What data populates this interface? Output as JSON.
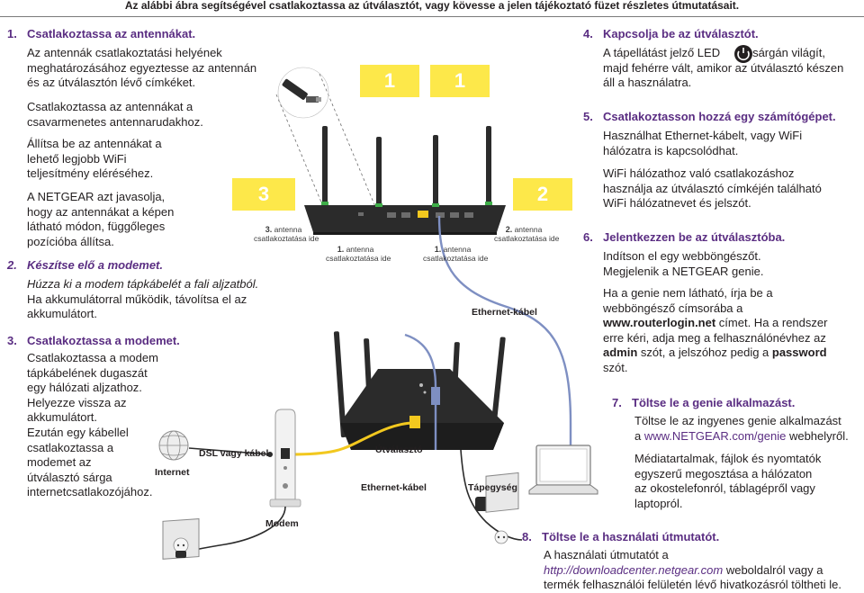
{
  "header": "Az alábbi ábra segítségével csatlakoztassa az útválasztót, vagy kövesse a jelen tájékoztató füzet részletes útmutatásait.",
  "steps": {
    "s1": {
      "num": "1.",
      "title": "Csatlakoztassa az antennákat.",
      "p1": [
        "Az antennák csatlakoztatási helyének",
        "meghatározásához egyeztesse az antennán",
        "és az útválasztón lévő címkéket."
      ],
      "p2": [
        "Csatlakoztassa az antennákat a",
        "csavarmenetes antennarudakhoz."
      ],
      "p3": [
        "Állítsa be az antennákat a",
        "lehető legjobb WiFi",
        "teljesítmény eléréséhez."
      ],
      "p4": [
        "A NETGEAR azt javasolja,",
        "hogy az antennákat a képen",
        "látható módon, függőleges",
        "pozícióba állítsa."
      ]
    },
    "s2": {
      "num": "2.",
      "title": "Készítse elő a modemet.",
      "p1": [
        "Húzza ki a modem tápkábelét a fali aljzatból.",
        "Ha akkumulátorral működik, távolítsa el az",
        "akkumulátort."
      ]
    },
    "s3": {
      "num": "3.",
      "title": "Csatlakoztassa a modemet.",
      "p1": [
        "Csatlakoztassa a modem",
        "tápkábelének dugaszát",
        "egy hálózati aljzathoz.",
        "Helyezze vissza az",
        "akkumulátort.",
        "Ezután egy kábellel",
        "csatlakoztassa a",
        "modemet az",
        "útválasztó sárga",
        "internetcsatlakozójához."
      ]
    },
    "s4": {
      "num": "4.",
      "title": "Kapcsolja be az útválasztót.",
      "p1a": "A tápellátást jelző LED",
      "p1b": "sárgán világít,",
      "p1c": [
        "majd fehérre vált, amikor az útválasztó készen",
        "áll a használatra."
      ]
    },
    "s5": {
      "num": "5.",
      "title": "Csatlakoztasson hozzá egy számítógépet.",
      "p1": [
        "Használhat Ethernet-kábelt, vagy WiFi",
        "hálózatra is kapcsolódhat."
      ],
      "p2": [
        "WiFi hálózathoz való csatlakozáshoz",
        "használja az útválasztó címkéjén található",
        "WiFi hálózatnevet és jelszót."
      ]
    },
    "s6": {
      "num": "6.",
      "title": "Jelentkezzen be az útválasztóba.",
      "p1": [
        "Indítson el egy webböngészőt.",
        "Megjelenik a NETGEAR genie."
      ],
      "p2": [
        "Ha a genie nem látható, írja be a",
        "webböngésző címsorába a"
      ],
      "p2_url": "www.routerlogin.net",
      "p2_c": " címet. Ha a rendszer",
      "p2_d": "erre kéri, adja meg a felhasználónévhez az",
      "p2_admin": "admin",
      "p2_e": " szót, a jelszóhoz pedig a ",
      "p2_pw": "password",
      "p2_f": "szót."
    },
    "s7": {
      "num": "7.",
      "title": "Töltse le a genie alkalmazást.",
      "p1a": "Töltse le az ingyenes genie alkalmazást",
      "p1b": "a ",
      "p1_url": "www.NETGEAR.com/genie",
      "p1c": " webhelyről.",
      "p2": [
        "Médiatartalmak, fájlok és nyomtatók",
        "egyszerű megosztása a hálózaton",
        "az okostelefonról, táblagépről vagy",
        "laptopról."
      ]
    },
    "s8": {
      "num": "8.",
      "title": "Töltse le a használati útmutatót.",
      "p1a": "A használati útmutatót a",
      "p1_url": "http://downloadcenter.netgear.com",
      "p1b": " weboldalról vagy a",
      "p1c": "termék felhasználói felületén lévő hivatkozásról töltheti le."
    }
  },
  "diagram": {
    "callouts": [
      "1",
      "1",
      "3",
      "2"
    ],
    "antenna_labels": [
      {
        "n": "3.",
        "t": "antenna",
        "t2": "csatlakoztatása ide"
      },
      {
        "n": "1.",
        "t": "antenna",
        "t2": "csatlakoztatása ide"
      },
      {
        "n": "1.",
        "t": "antenna",
        "t2": "csatlakoztatása ide"
      },
      {
        "n": "2.",
        "t": "antenna",
        "t2": "csatlakoztatása ide"
      }
    ],
    "labels": {
      "ethernet_top": "Ethernet-kábel",
      "dsl": "DSL vagy kábel",
      "internet": "Internet",
      "modem": "Modem",
      "router": "Útválasztó",
      "ethernet_bottom": "Ethernet-kábel",
      "power": "Tápegység"
    }
  },
  "colors": {
    "purple": "#5a2d82",
    "yellow": "#fde84a",
    "cable_yellow": "#f2c81f",
    "cable_blue": "#7e8fc2",
    "router": "#2b2b2b"
  },
  "icons": [
    "power-led-icon",
    "globe-icon",
    "wall-outlet-icon",
    "laptop-icon",
    "modem-icon",
    "router-icon",
    "antenna-icon",
    "power-adapter-icon"
  ]
}
